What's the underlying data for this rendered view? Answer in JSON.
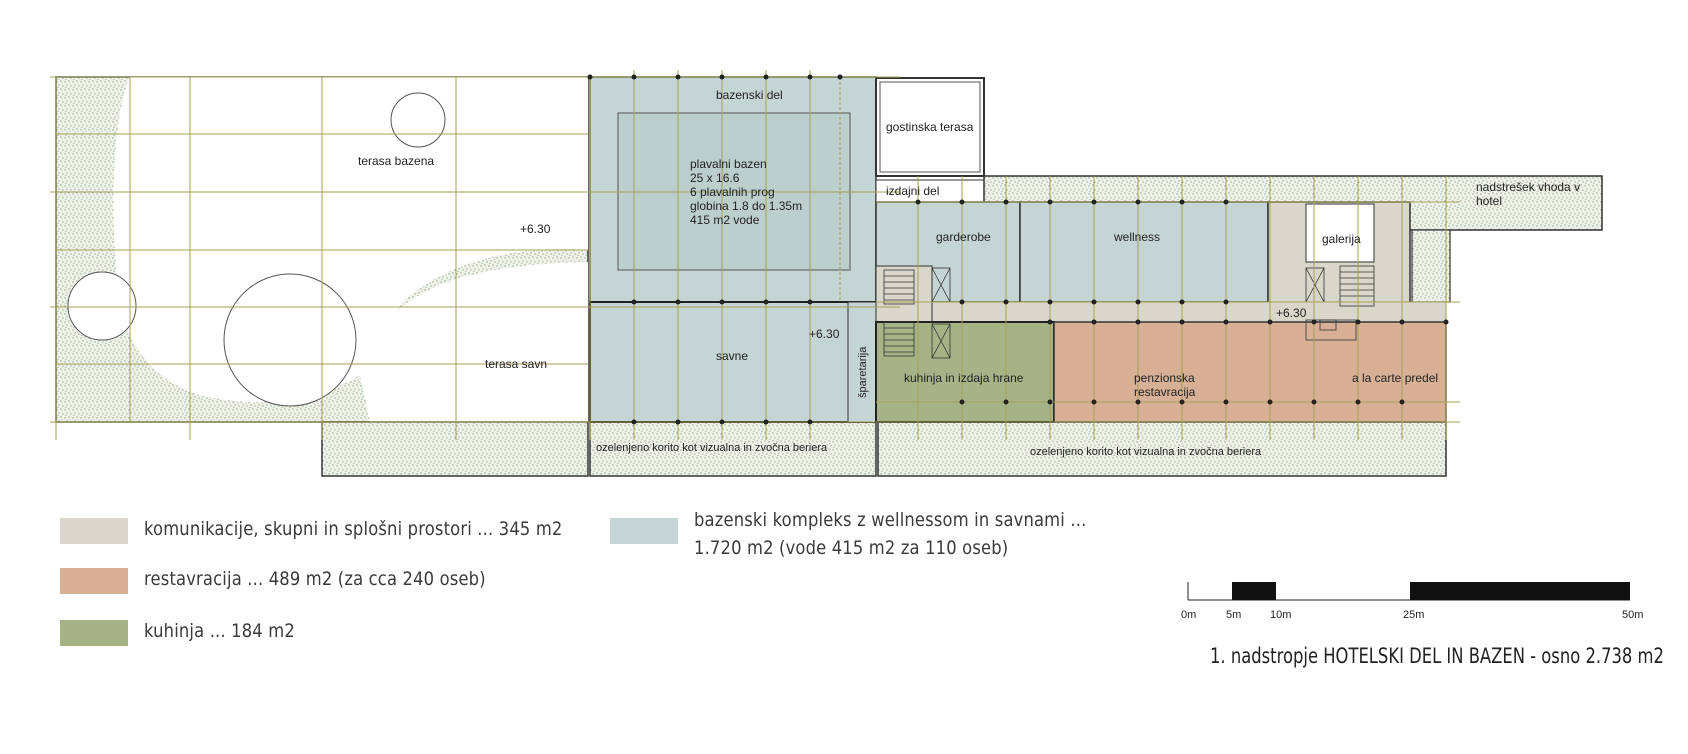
{
  "colors": {
    "communication": "#d9d6cb",
    "pool": "#c4d5d4",
    "restaurant": "#d8b095",
    "kitchen": "#a6b387",
    "grid": "#a5a156",
    "greenery": "#cfd8c8"
  },
  "rooms": {
    "terrace_pool": "terasa bazena",
    "terrace_saunas": "terasa savn",
    "level_left": "+6.30",
    "pool_section": "bazenski del",
    "pool_lines": [
      "plavalni bazen",
      "25 x 16.6",
      "6 plavalnih prog",
      "globina 1.8 do 1.35m",
      "415 m2 vode"
    ],
    "saunas": "savne",
    "level_saunas": "+6.30",
    "pantry": "šparetarija",
    "trough_left": "ozelenjeno korito kot vizualna in zvočna beriera",
    "guest_terrace": "gostinska terasa",
    "serving": "izdajni del",
    "wardrobes": "garderobe",
    "wellness": "wellness",
    "gallery": "galerija",
    "canopy_lines": [
      "nadstrešek vhoda v",
      "hotel"
    ],
    "level_corridor": "+6.30",
    "kitchen": "kuhinja in izdaja hrane",
    "board_lines": [
      "penzionska",
      "restavracija"
    ],
    "alacarte": "a la carte predel",
    "trough_right": "ozelenjeno korito kot vizualna in zvočna beriera"
  },
  "legend": {
    "communication": "komunikacije, skupni in splošni prostori ... 345 m2",
    "restaurant": "restavracija ... 489 m2 (za cca 240 oseb)",
    "kitchen": "kuhinja ... 184 m2",
    "pool_line1": "bazenski kompleks z wellnessom in savnami ...",
    "pool_line2": "1.720 m2 (vode 415 m2 za 110 oseb)"
  },
  "scale": {
    "ticks": [
      "0m",
      "5m",
      "10m",
      "25m",
      "50m"
    ]
  },
  "title": "1. nadstropje HOTELSKI DEL IN BAZEN - osno 2.738 m2"
}
